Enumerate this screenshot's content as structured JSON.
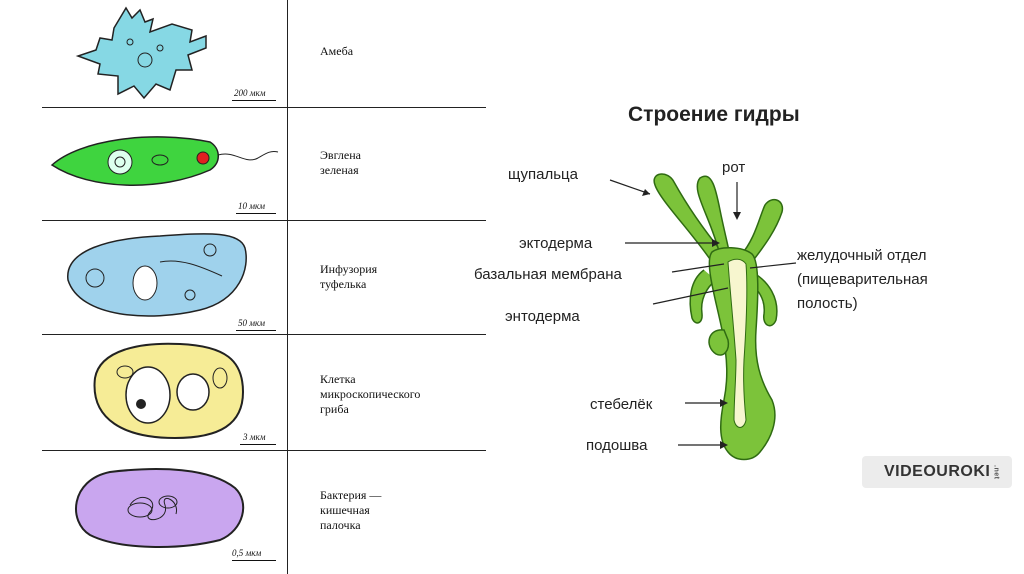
{
  "organisms": [
    {
      "name": "Амеба",
      "scale": "200 мкм",
      "color": "#86d8e4"
    },
    {
      "name": "Эвглена\nзеленая",
      "scale": "10 мкм",
      "color": "#3fd43f"
    },
    {
      "name": "Инфузория\nтуфелька",
      "scale": "50 мкм",
      "color": "#9fd2ec"
    },
    {
      "name": "Клетка\nмикроскопического\nгриба",
      "scale": "3 мкм",
      "color": "#f6ec96"
    },
    {
      "name": "Бактерия —\nкишечная\nпалочка",
      "scale": "0,5 мкм",
      "color": "#c9a6ef"
    }
  ],
  "hydra": {
    "title": "Строение гидры",
    "labels": {
      "tentacles": "щупальца",
      "mouth": "рот",
      "ectoderm": "эктодерма",
      "basal_membrane": "базальная мембрана",
      "gastric": "желудочный отдел\n(пищеварительная\nполость)",
      "endoderm": "энтодерма",
      "stalk": "стебелёк",
      "sole": "подошва"
    },
    "color": "#7cc33a"
  },
  "watermark": {
    "brand": "VIDEOUROKI",
    "suffix": ".net"
  }
}
